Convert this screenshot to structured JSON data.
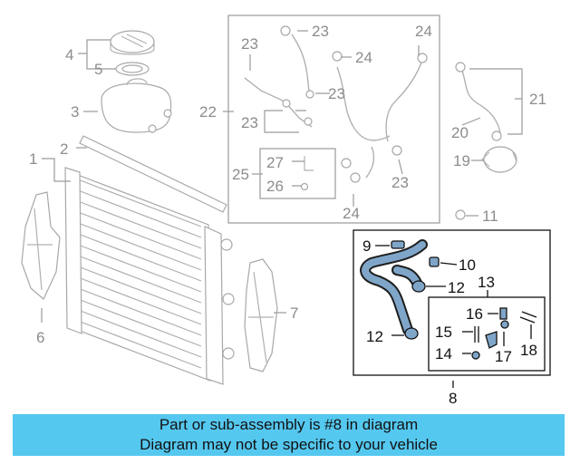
{
  "diagram": {
    "callouts": [
      {
        "id": "c1",
        "text": "1"
      },
      {
        "id": "c2",
        "text": "2"
      },
      {
        "id": "c3",
        "text": "3"
      },
      {
        "id": "c4",
        "text": "4"
      },
      {
        "id": "c5",
        "text": "5"
      },
      {
        "id": "c6",
        "text": "6"
      },
      {
        "id": "c7",
        "text": "7"
      },
      {
        "id": "c8",
        "text": "8"
      },
      {
        "id": "c9",
        "text": "9"
      },
      {
        "id": "c10",
        "text": "10"
      },
      {
        "id": "c11",
        "text": "11"
      },
      {
        "id": "c12a",
        "text": "12"
      },
      {
        "id": "c12b",
        "text": "12"
      },
      {
        "id": "c13",
        "text": "13"
      },
      {
        "id": "c14",
        "text": "14"
      },
      {
        "id": "c15",
        "text": "15"
      },
      {
        "id": "c16",
        "text": "16"
      },
      {
        "id": "c17",
        "text": "17"
      },
      {
        "id": "c18",
        "text": "18"
      },
      {
        "id": "c19",
        "text": "19"
      },
      {
        "id": "c20",
        "text": "20"
      },
      {
        "id": "c21",
        "text": "21"
      },
      {
        "id": "c22",
        "text": "22"
      },
      {
        "id": "c23a",
        "text": "23"
      },
      {
        "id": "c23b",
        "text": "23"
      },
      {
        "id": "c23c",
        "text": "23"
      },
      {
        "id": "c23d",
        "text": "23"
      },
      {
        "id": "c23e",
        "text": "23"
      },
      {
        "id": "c24a",
        "text": "24"
      },
      {
        "id": "c24b",
        "text": "24"
      },
      {
        "id": "c24c",
        "text": "24"
      },
      {
        "id": "c25",
        "text": "25"
      },
      {
        "id": "c26",
        "text": "26"
      },
      {
        "id": "c27",
        "text": "27"
      }
    ],
    "highlighted_part": "8",
    "colors": {
      "highlight_fill": "#7fa6c9",
      "banner": "#55c8f0",
      "dim_lines": "#9a9a9a"
    }
  },
  "banner": {
    "line1": "Part or sub-assembly is #8 in diagram",
    "line2": "Diagram may not be specific to your vehicle"
  }
}
